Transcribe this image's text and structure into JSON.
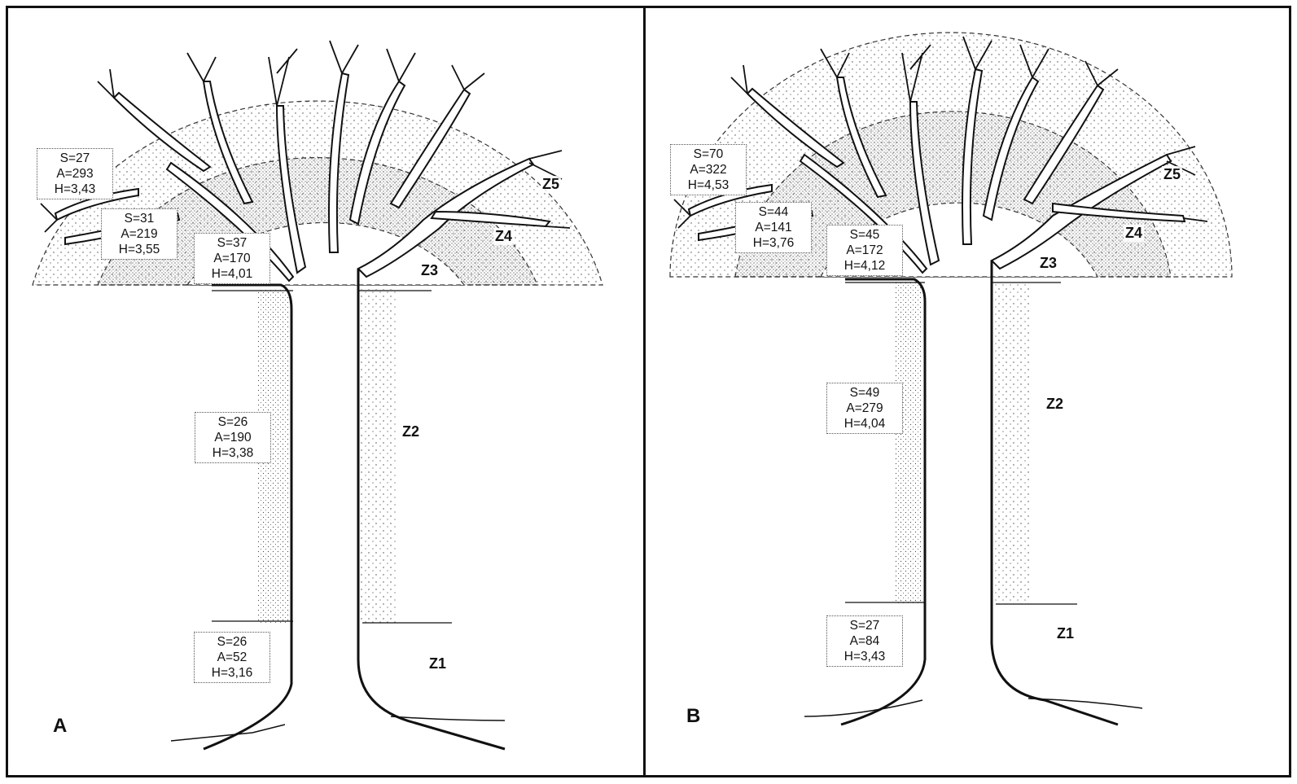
{
  "panels": {
    "a": {
      "letter": "A",
      "zones": [
        "Z1",
        "Z2",
        "Z3",
        "Z4",
        "Z5"
      ],
      "boxes": [
        {
          "s": "S=27",
          "a": "A=293",
          "h": "H=3,43"
        },
        {
          "s": "S=31",
          "a": "A=219",
          "h": "H=3,55"
        },
        {
          "s": "S=37",
          "a": "A=170",
          "h": "H=4,01"
        },
        {
          "s": "S=26",
          "a": "A=190",
          "h": "H=3,38"
        },
        {
          "s": "S=26",
          "a": "A=52",
          "h": "H=3,16"
        }
      ]
    },
    "b": {
      "letter": "B",
      "zones": [
        "Z1",
        "Z2",
        "Z3",
        "Z4",
        "Z5"
      ],
      "boxes": [
        {
          "s": "S=70",
          "a": "A=322",
          "h": "H=4,53"
        },
        {
          "s": "S=44",
          "a": "A=141",
          "h": "H=3,76"
        },
        {
          "s": "S=45",
          "a": "A=172",
          "h": "H=4,12"
        },
        {
          "s": "S=49",
          "a": "A=279",
          "h": "H=4,04"
        },
        {
          "s": "S=27",
          "a": "A=84",
          "h": "H=3,43"
        }
      ]
    }
  },
  "colors": {
    "ink": "#111111",
    "stipple": "#444444",
    "background": "#ffffff"
  }
}
